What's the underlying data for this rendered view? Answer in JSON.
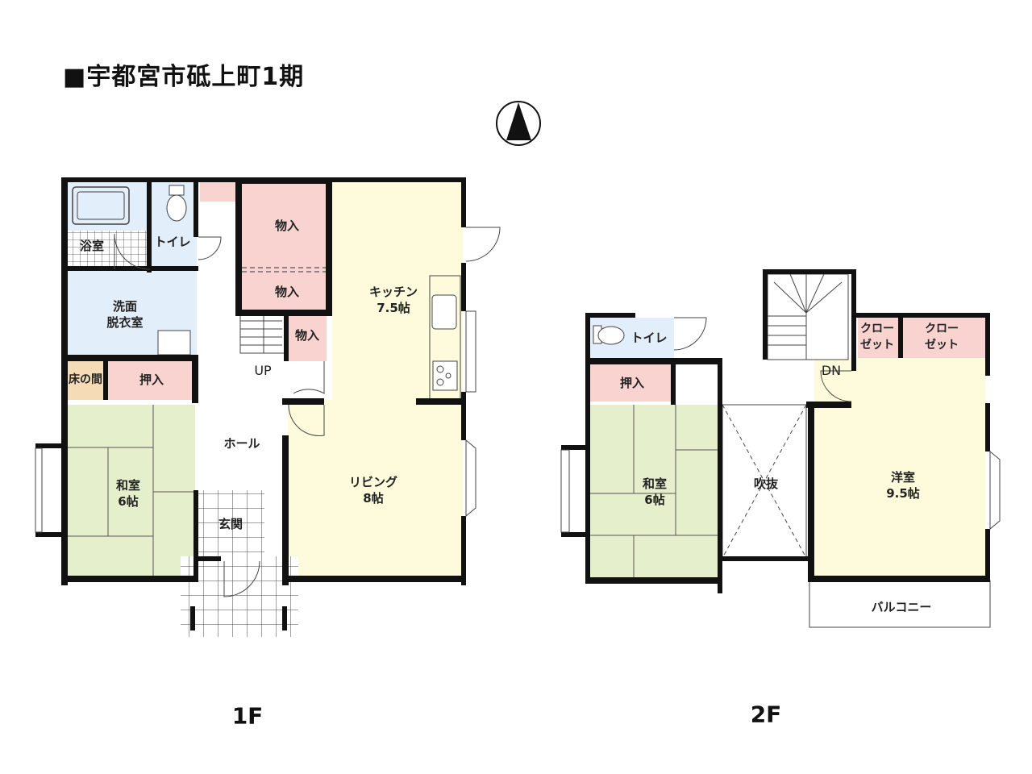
{
  "title": "■宇都宮市砥上町1期",
  "compass": {
    "icon": "north-arrow-icon",
    "direction": "N"
  },
  "colors": {
    "wet_area": "#e2eef9",
    "storage": "#f8d3cf",
    "tatami": "#e6efcc",
    "living": "#fdfbdc",
    "tokonoma": "#f6dcb6",
    "wall": "#111111"
  },
  "floor1": {
    "label": "1F",
    "rooms": {
      "bath": "浴室",
      "toilet": "トイレ",
      "washroom_1": "洗面",
      "washroom_2": "脱衣室",
      "storage_a": "物入",
      "storage_b": "物入",
      "storage_c": "物入",
      "stairs_up": "UP",
      "kitchen": "キッチン",
      "kitchen_size": "7.5帖",
      "tokonoma": "床の間",
      "closet": "押入",
      "hall": "ホール",
      "washitsu": "和室",
      "washitsu_size": "6帖",
      "entrance": "玄関",
      "living": "リビング",
      "living_size": "8帖"
    }
  },
  "floor2": {
    "label": "2F",
    "rooms": {
      "toilet": "トイレ",
      "closet": "押入",
      "walkin_a_1": "クロー",
      "walkin_a_2": "ゼット",
      "walkin_b_1": "クロー",
      "walkin_b_2": "ゼット",
      "stairs_down": "DN",
      "washitsu": "和室",
      "washitsu_size": "6帖",
      "void": "吹抜",
      "western": "洋室",
      "western_size": "9.5帖",
      "balcony": "バルコニー"
    }
  }
}
